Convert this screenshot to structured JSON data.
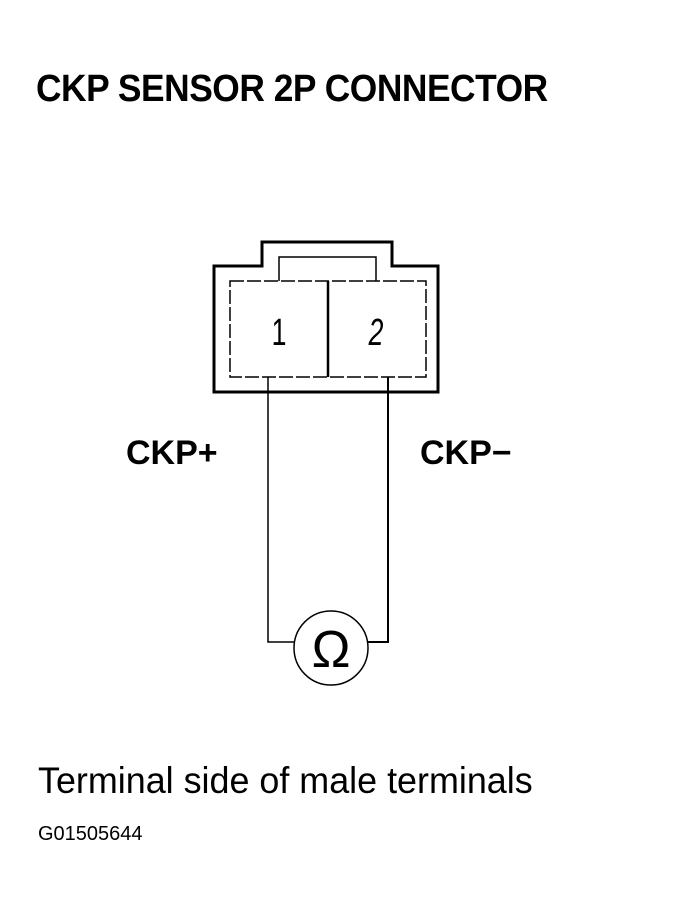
{
  "title": "CKP SENSOR 2P CONNECTOR",
  "connector": {
    "terminals": [
      {
        "number": "1",
        "label": "CKP+"
      },
      {
        "number": "2",
        "label": "CKP−"
      }
    ],
    "meter_icon": "ohm-meter-icon",
    "meter_symbol": "Ω"
  },
  "caption": "Terminal side of male terminals",
  "figure_code": "G01505644"
}
